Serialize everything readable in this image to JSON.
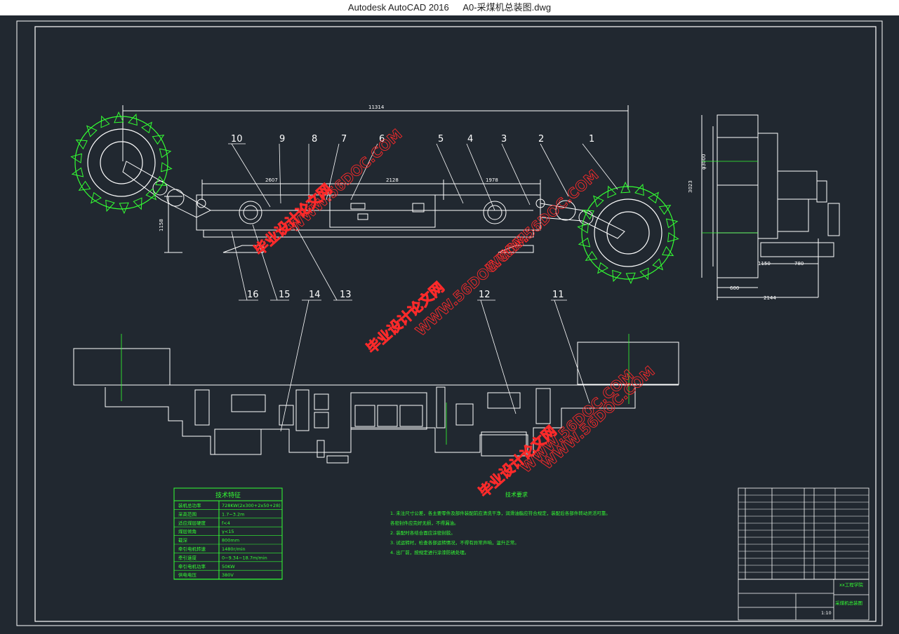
{
  "window": {
    "app_title": "Autodesk AutoCAD 2016",
    "file_name": "A0-采煤机总装图.dwg"
  },
  "colors": {
    "background": "#212830",
    "frame": "#ffffff",
    "green": "#33ff33",
    "watermark": "#ff2a2a"
  },
  "dimensions": {
    "overall": "11314",
    "left_span": "2607",
    "mid_span": "2128",
    "right_span": "1978",
    "height": "1158",
    "side_height": "3023",
    "diameter": "φ3000",
    "side_600": "600",
    "side_2144": "2144",
    "side_780": "780",
    "side_1150": "1150"
  },
  "balloons": [
    "1",
    "2",
    "3",
    "4",
    "5",
    "6",
    "7",
    "8",
    "9",
    "10",
    "11",
    "12",
    "13",
    "14",
    "15",
    "16"
  ],
  "watermarks": {
    "site": "WWW.56DOC.COM",
    "name": "毕业设计论文网"
  },
  "tech_table": {
    "title": "技术特征",
    "rows": [
      {
        "label": "装机总功率",
        "value": "728KW(2x300+2x50+28)"
      },
      {
        "label": "采高范围",
        "value": "1.7~3.2m"
      },
      {
        "label": "适应煤层硬度",
        "value": "f<4"
      },
      {
        "label": "煤层倾角",
        "value": "γ<15"
      },
      {
        "label": "截深",
        "value": "800mm"
      },
      {
        "label": "牵引电机转速",
        "value": "1480r/min"
      },
      {
        "label": "牵引速度",
        "value": "0~9.34~18.7m/min"
      },
      {
        "label": "牵引电机功率",
        "value": "50KW"
      },
      {
        "label": "供电电压",
        "value": "380V"
      }
    ]
  },
  "tech_requirements": {
    "title": "技术要求",
    "items": [
      "1. 未注尺寸公差，各主要零件及部件装配前应清洗干净，润滑油脂应符合规定，装配后各部件转动灵活可靠。",
      "   各密封件应完好无损，不得漏油。",
      "2. 装配时各结合面应涂密封胶。",
      "3. 试运转时，检查各部运转情况，不得有异常声响，温升正常。",
      "4. 出厂前，按规定进行涂漆防锈处理。"
    ]
  },
  "title_block": {
    "project": "采煤机总装图",
    "school": "xx工程学院",
    "scale": "1:10"
  }
}
